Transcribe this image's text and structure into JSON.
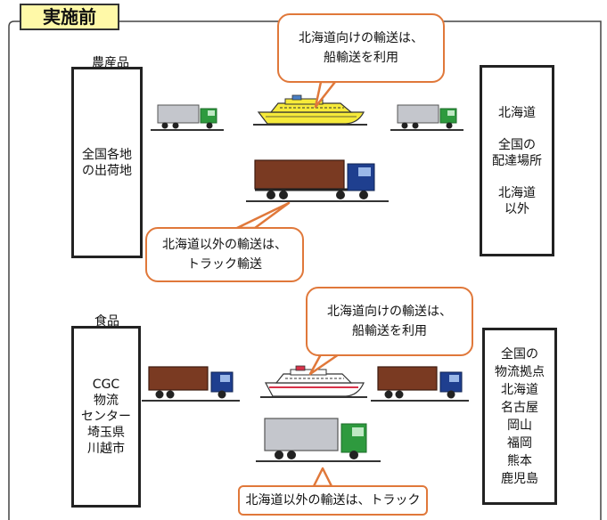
{
  "section_title": "実施前",
  "top": {
    "category": "農産品",
    "origin_box": [
      "全国各地",
      "の出荷地"
    ],
    "dest_box": {
      "group1": [
        "北海道"
      ],
      "group2": [
        "全国の",
        "配達場所"
      ],
      "group3": [
        "北海道",
        "以外"
      ]
    },
    "callout_ship": [
      "北海道向けの輸送は、",
      "船輸送を利用"
    ],
    "callout_truck": [
      "北海道以外の輸送は、",
      "トラック輸送"
    ]
  },
  "bottom": {
    "category": "食品",
    "origin_box": [
      "CGC",
      "物流",
      "センター",
      "埼玉県",
      "川越市"
    ],
    "dest_box": [
      "全国の",
      "物流拠点",
      "北海道",
      "名古屋",
      "岡山",
      "福岡",
      "熊本",
      "鹿児島"
    ],
    "callout_ship": [
      "北海道向けの輸送は、",
      "船輸送を利用"
    ],
    "callout_truck": [
      "北海道以外の輸送は、トラック"
    ]
  },
  "colors": {
    "callout_border": "#e0783a",
    "title_bg": "#fff9a8",
    "truck_cab_green": "#2e9a3e",
    "truck_cab_blue": "#1f3f8f",
    "container_brown": "#7a3a22",
    "container_gray": "#c4c6cc",
    "ferry_yellow": "#f6ea3a"
  }
}
